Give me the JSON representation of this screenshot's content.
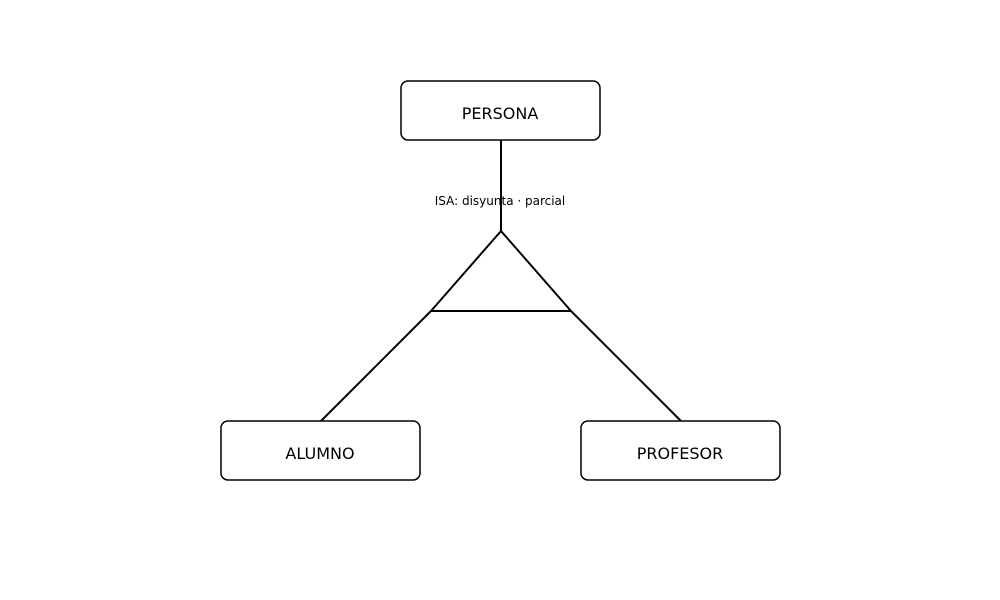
{
  "diagram": {
    "type": "er-specialization",
    "parent": {
      "name": "PERSONA"
    },
    "isa": {
      "label": "ISA: disyunta · parcial"
    },
    "children": [
      {
        "name": "ALUMNO"
      },
      {
        "name": "PROFESOR"
      }
    ]
  }
}
